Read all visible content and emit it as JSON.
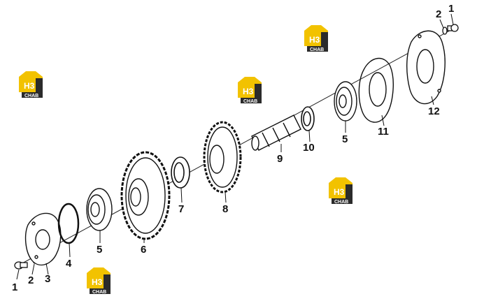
{
  "watermark": {
    "mark": "H3",
    "word": "CHAB",
    "colors": {
      "yellow": "#F2C200",
      "dark": "#2B2B2B"
    }
  },
  "callouts": [
    {
      "id": "c1a",
      "text": "1"
    },
    {
      "id": "c2a",
      "text": "2"
    },
    {
      "id": "c3",
      "text": "3"
    },
    {
      "id": "c4",
      "text": "4"
    },
    {
      "id": "c5a",
      "text": "5"
    },
    {
      "id": "c6",
      "text": "6"
    },
    {
      "id": "c7",
      "text": "7"
    },
    {
      "id": "c8",
      "text": "8"
    },
    {
      "id": "c9",
      "text": "9"
    },
    {
      "id": "c10",
      "text": "10"
    },
    {
      "id": "c5b",
      "text": "5"
    },
    {
      "id": "c11",
      "text": "11"
    },
    {
      "id": "c12",
      "text": "12"
    },
    {
      "id": "c2b",
      "text": "2"
    },
    {
      "id": "c1b",
      "text": "1"
    }
  ]
}
